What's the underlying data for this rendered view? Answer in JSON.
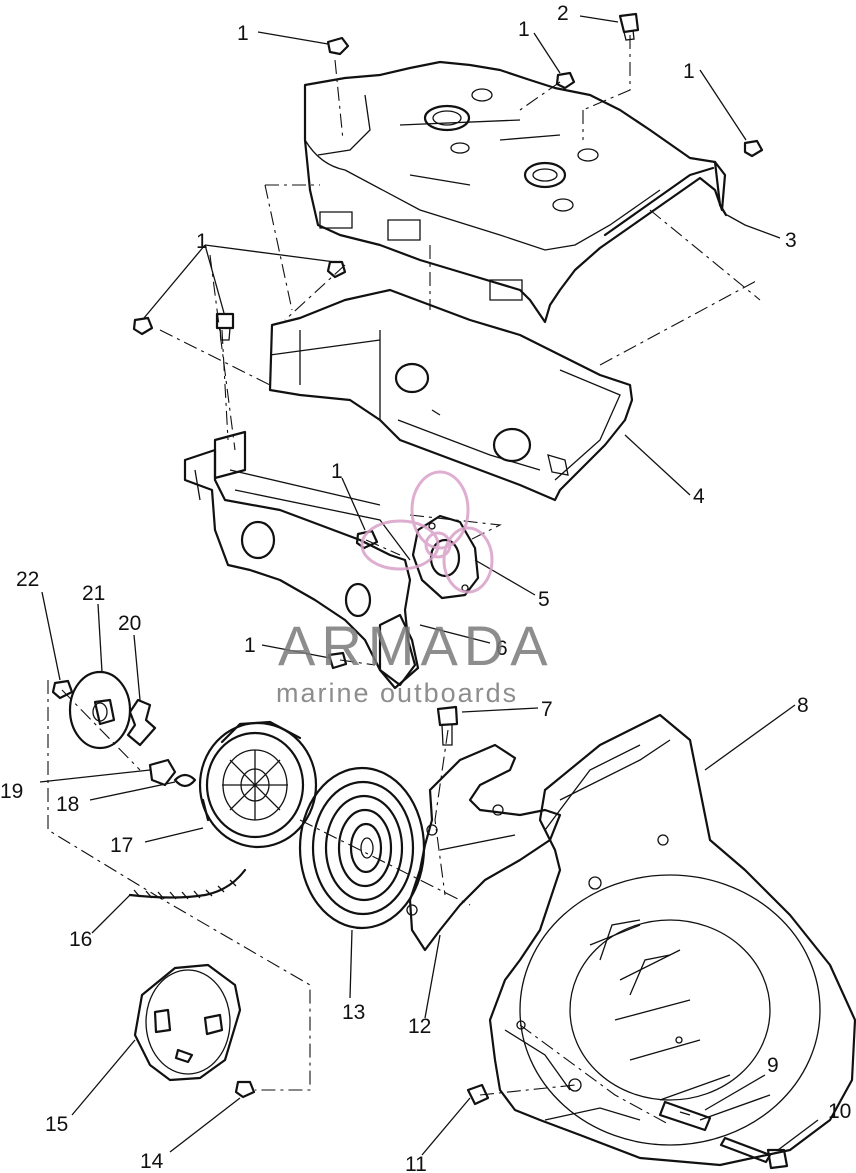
{
  "diagram": {
    "callouts": [
      {
        "id": "c1a",
        "label": "1"
      },
      {
        "id": "c2",
        "label": "2"
      },
      {
        "id": "c1b",
        "label": "1"
      },
      {
        "id": "c1c",
        "label": "1"
      },
      {
        "id": "c3",
        "label": "3"
      },
      {
        "id": "c1d",
        "label": "1"
      },
      {
        "id": "c4",
        "label": "4"
      },
      {
        "id": "c1e",
        "label": "1"
      },
      {
        "id": "c5",
        "label": "5"
      },
      {
        "id": "c6",
        "label": "6"
      },
      {
        "id": "c1f",
        "label": "1"
      },
      {
        "id": "c7",
        "label": "7"
      },
      {
        "id": "c8",
        "label": "8"
      },
      {
        "id": "c22",
        "label": "22"
      },
      {
        "id": "c21",
        "label": "21"
      },
      {
        "id": "c20",
        "label": "20"
      },
      {
        "id": "c19",
        "label": "19"
      },
      {
        "id": "c18",
        "label": "18"
      },
      {
        "id": "c17",
        "label": "17"
      },
      {
        "id": "c16",
        "label": "16"
      },
      {
        "id": "c13",
        "label": "13"
      },
      {
        "id": "c12",
        "label": "12"
      },
      {
        "id": "c15",
        "label": "15"
      },
      {
        "id": "c14",
        "label": "14"
      },
      {
        "id": "c11",
        "label": "11"
      },
      {
        "id": "c9",
        "label": "9"
      },
      {
        "id": "c10",
        "label": "10"
      }
    ]
  },
  "watermark": {
    "brand": "ARMADA",
    "tagline": "marine outboards",
    "color": "#d9a0c8"
  }
}
